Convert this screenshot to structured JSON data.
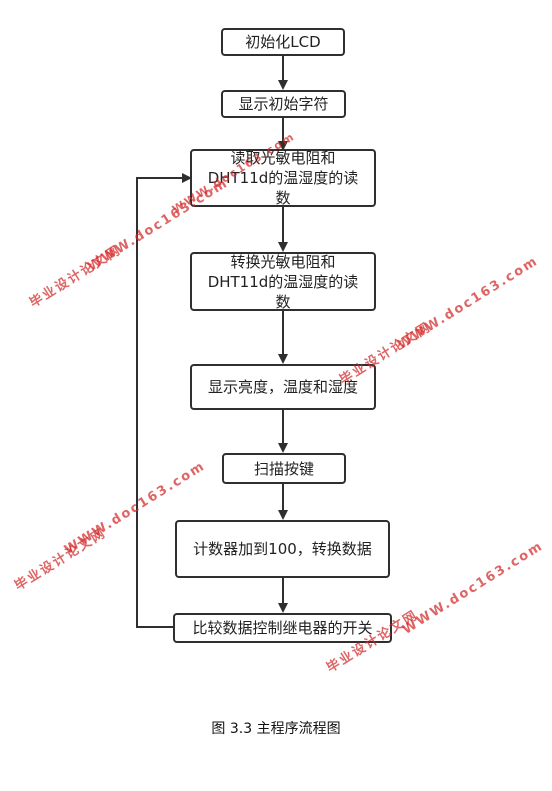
{
  "flowchart": {
    "steps": [
      {
        "text": "初始化LCD"
      },
      {
        "text": "显示初始字符"
      },
      {
        "text": "读取光敏电阻和\nDHT11d的温湿度的读\n数"
      },
      {
        "text": "转换光敏电阻和\nDHT11d的温湿度的读\n数"
      },
      {
        "text": "显示亮度，温度和湿度"
      },
      {
        "text": "扫描按键"
      },
      {
        "text": "计数器加到100，转换数据"
      },
      {
        "text": "比较数据控制继电器的开关"
      }
    ],
    "caption": "图 3.3 主程序流程图"
  },
  "watermark": {
    "site": "WWW.doc163.com",
    "brand": "毕业设计论文网"
  }
}
